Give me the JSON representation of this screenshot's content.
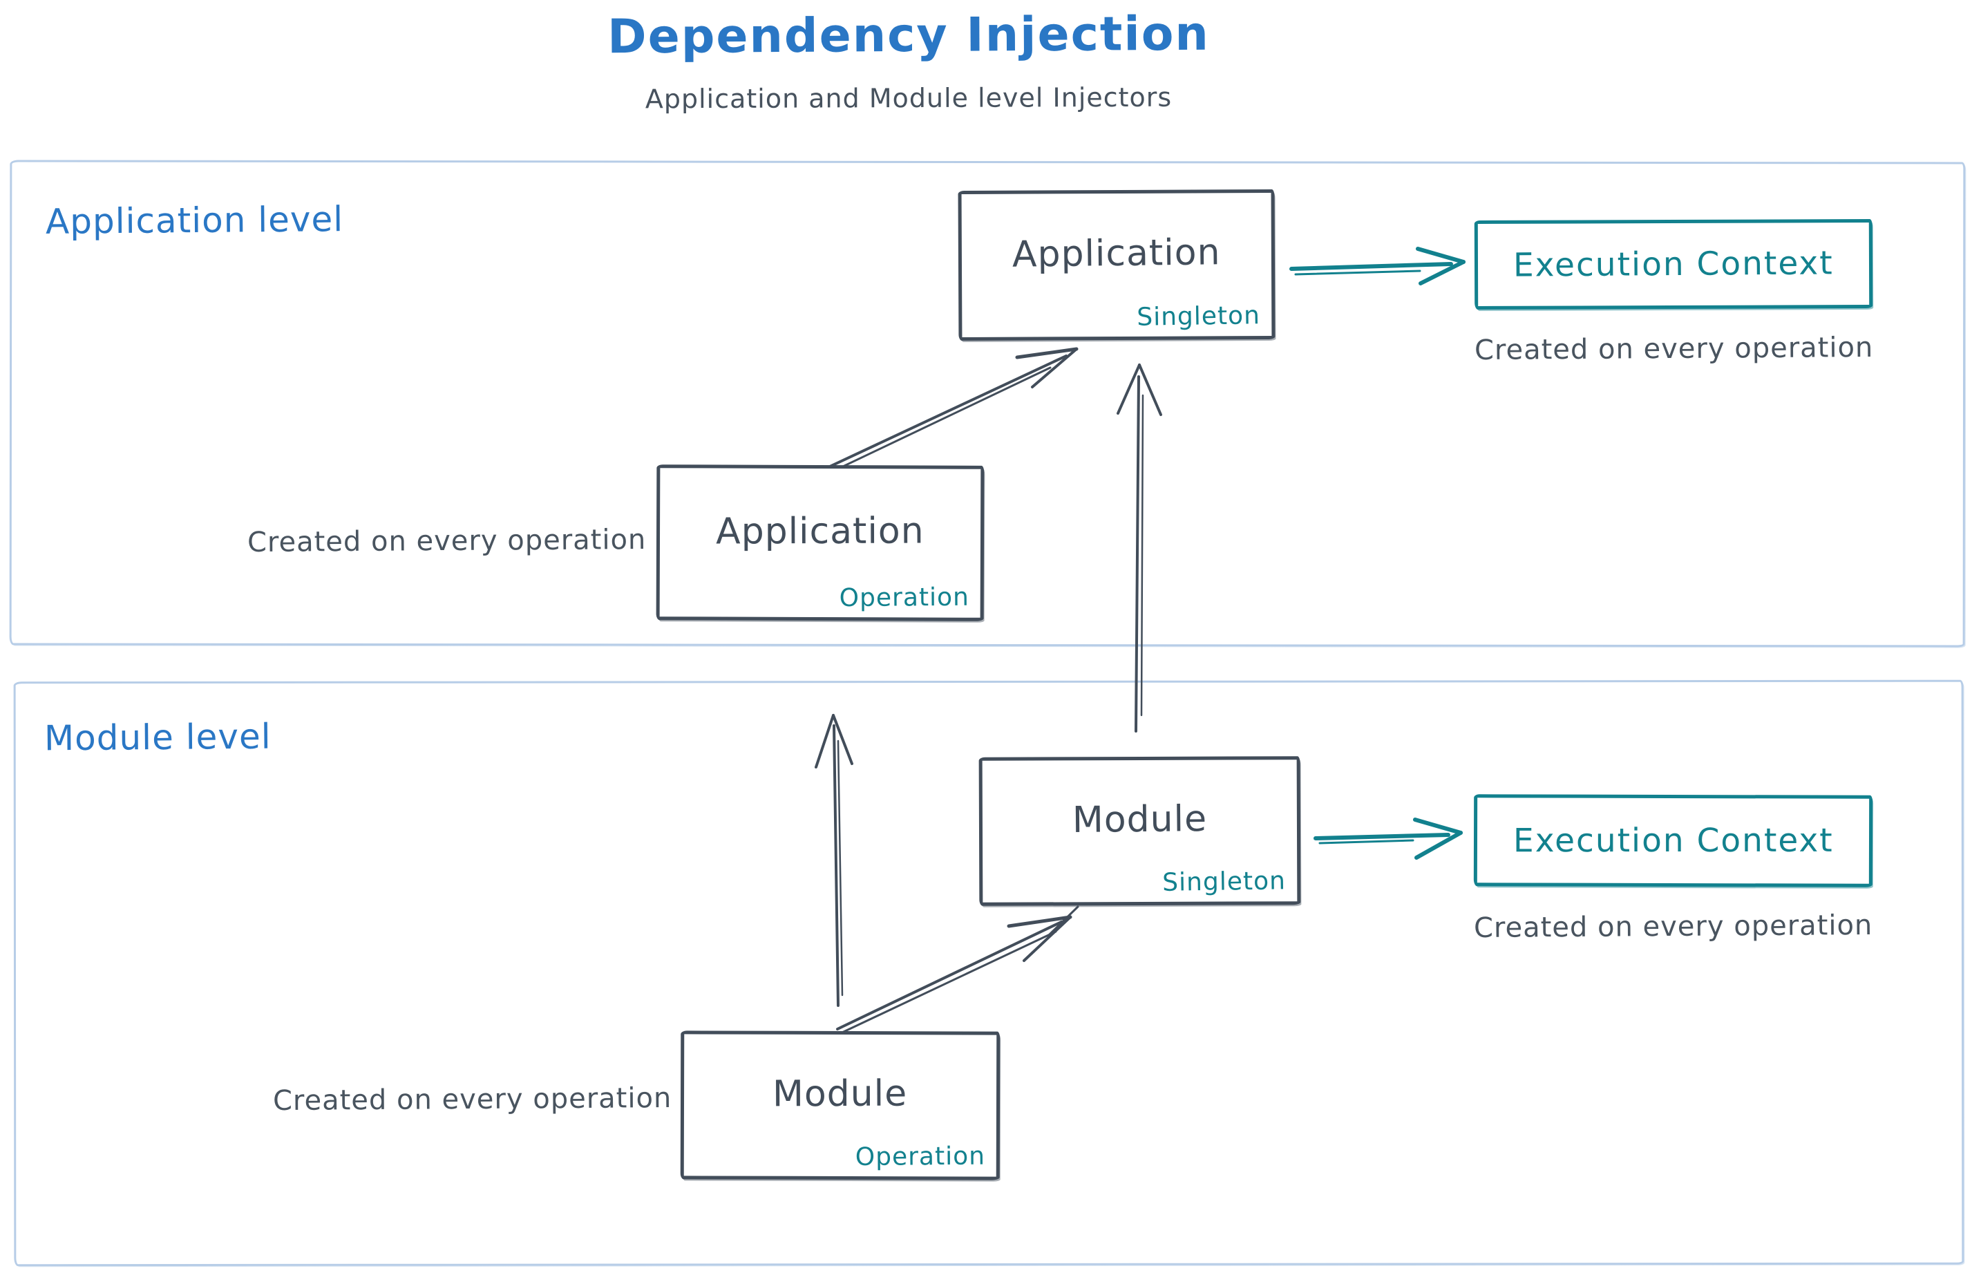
{
  "title": "Dependency Injection",
  "subtitle": "Application and Module level Injectors",
  "palette": {
    "title_blue": "#2a77c5",
    "teal": "#12818e",
    "ink": "#424d5a",
    "frame_blue": "#b7cde7",
    "note_gray": "#49545f"
  },
  "levels": [
    {
      "label": "Application level",
      "singleton_box": {
        "title": "Application",
        "badge": "Singleton"
      },
      "operation_box": {
        "title": "Application",
        "badge": "Operation"
      },
      "operation_note": "Created on every operation",
      "execution_box": {
        "title": "Execution Context"
      },
      "execution_note": "Created on every operation"
    },
    {
      "label": "Module level",
      "singleton_box": {
        "title": "Module",
        "badge": "Singleton"
      },
      "operation_box": {
        "title": "Module",
        "badge": "Operation"
      },
      "operation_note": "Created on every operation",
      "execution_box": {
        "title": "Execution Context"
      },
      "execution_note": "Created on every operation"
    }
  ],
  "arrows": [
    {
      "from": "Application Operation",
      "to": "Application Singleton"
    },
    {
      "from": "Module Singleton",
      "to": "Application Singleton"
    },
    {
      "from": "Module Operation",
      "to": "Application Operation"
    },
    {
      "from": "Module Operation",
      "to": "Module Singleton"
    },
    {
      "from": "Application Singleton",
      "to": "Execution Context (application level)"
    },
    {
      "from": "Module Singleton",
      "to": "Execution Context (module level)"
    }
  ]
}
